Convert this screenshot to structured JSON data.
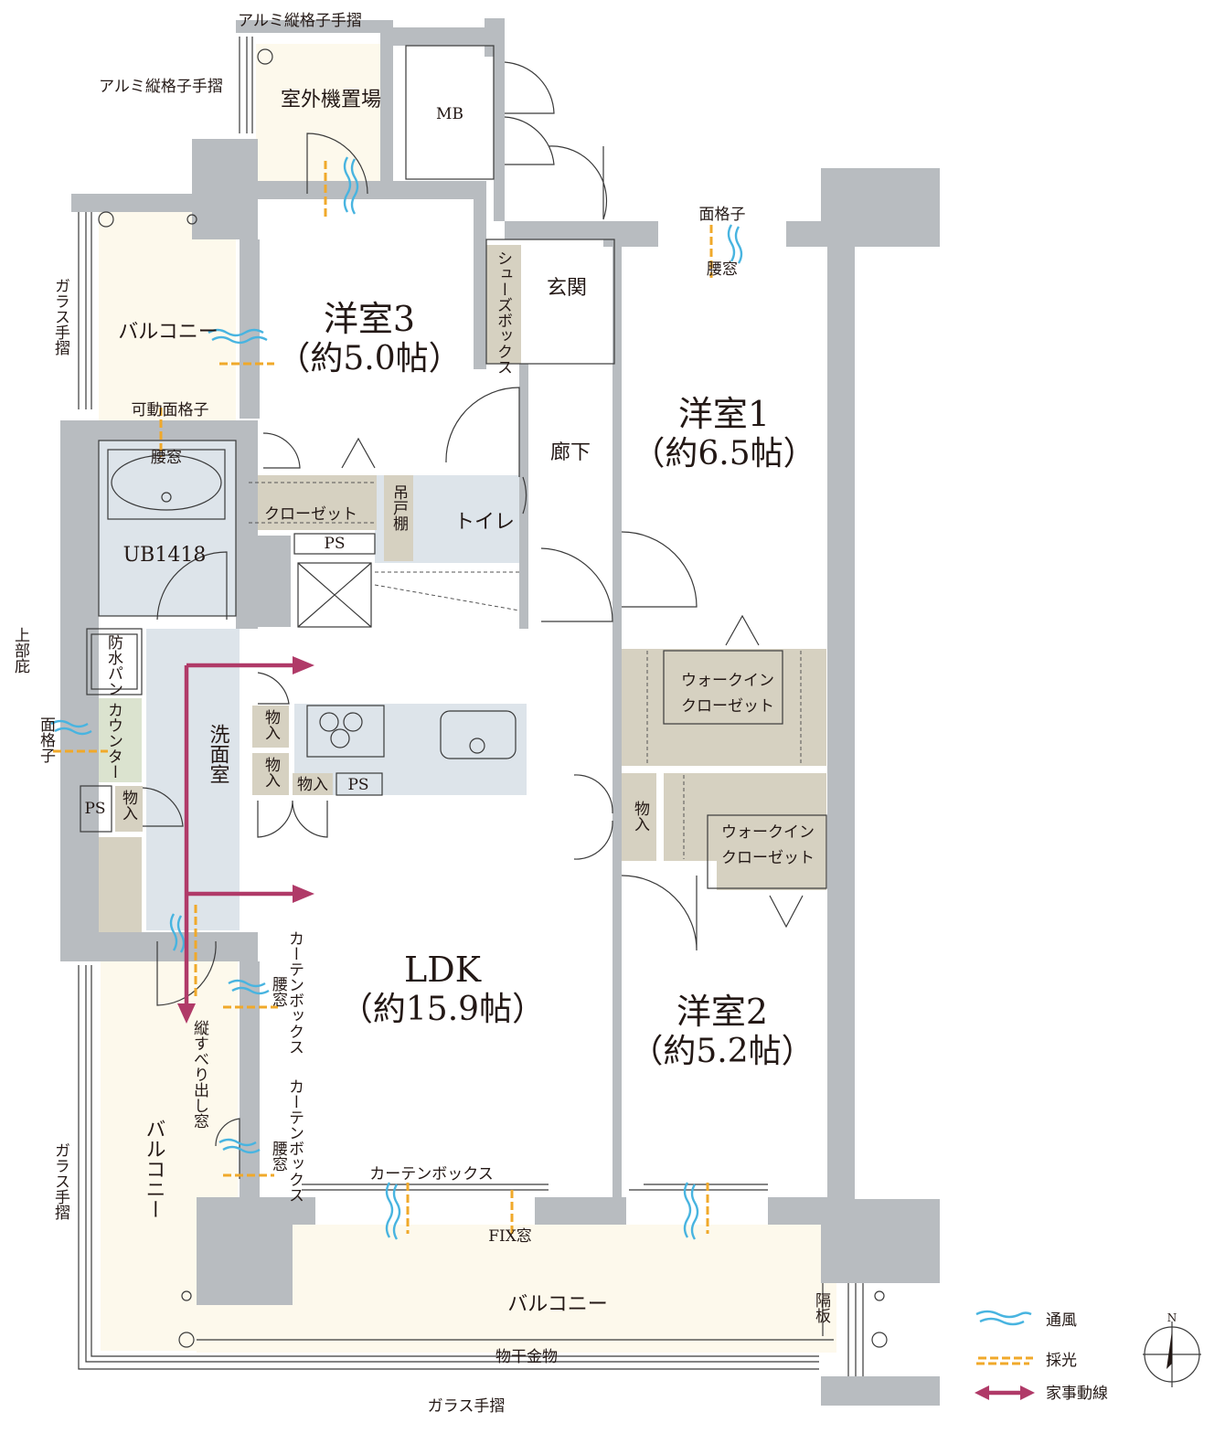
{
  "rooms": {
    "room3": {
      "name": "洋室3",
      "area": "（約5.0帖）"
    },
    "room1": {
      "name": "洋室1",
      "area": "（約6.5帖）"
    },
    "room2": {
      "name": "洋室2",
      "area": "（約5.2帖）"
    },
    "ldk": {
      "name": "LDK",
      "area": "（約15.9帖）"
    }
  },
  "labels": {
    "outdoor_unit": "室外機置場",
    "mb": "MB",
    "entrance": "玄関",
    "hallway": "廊下",
    "shoe_box": "シューズボックス",
    "toilet": "トイレ",
    "hanging_shelf": "吊戸棚",
    "closet": "クローゼット",
    "ps": "PS",
    "ub": "UB1418",
    "waterproof_pan": "防水パン",
    "counter": "カウンター",
    "washroom": "洗面室",
    "storage": "物入",
    "walkin1": [
      "ウォークイン",
      "クローゼット"
    ],
    "walkin2": [
      "ウォークイン",
      "クローゼット"
    ],
    "balcony": "バルコニー",
    "alu_rail": "アルミ縦格子手摺",
    "glass_rail": "ガラス手摺",
    "movable_lattice": "可動面格子",
    "waist_window": "腰窓",
    "face_lattice": "面格子",
    "upper_eave": "上部庇",
    "curtain_box": "カーテンボックス",
    "slide_window": "縦すべり出し窓",
    "fix_window": "FIX窓",
    "laundry_hardware": "物干金物",
    "partition": "隔板"
  },
  "legend": {
    "ventilation": "通風",
    "lighting": "採光",
    "housework_route": "家事動線",
    "north": "N"
  },
  "colors": {
    "wall": "#b8bcc0",
    "balcony": "#fdf9ec",
    "wet_area": "#dde4ea",
    "storage": "#d6d1c1",
    "ventilation": "#48b4e0",
    "lighting": "#f0a92a",
    "housework_route": "#b03a68"
  }
}
